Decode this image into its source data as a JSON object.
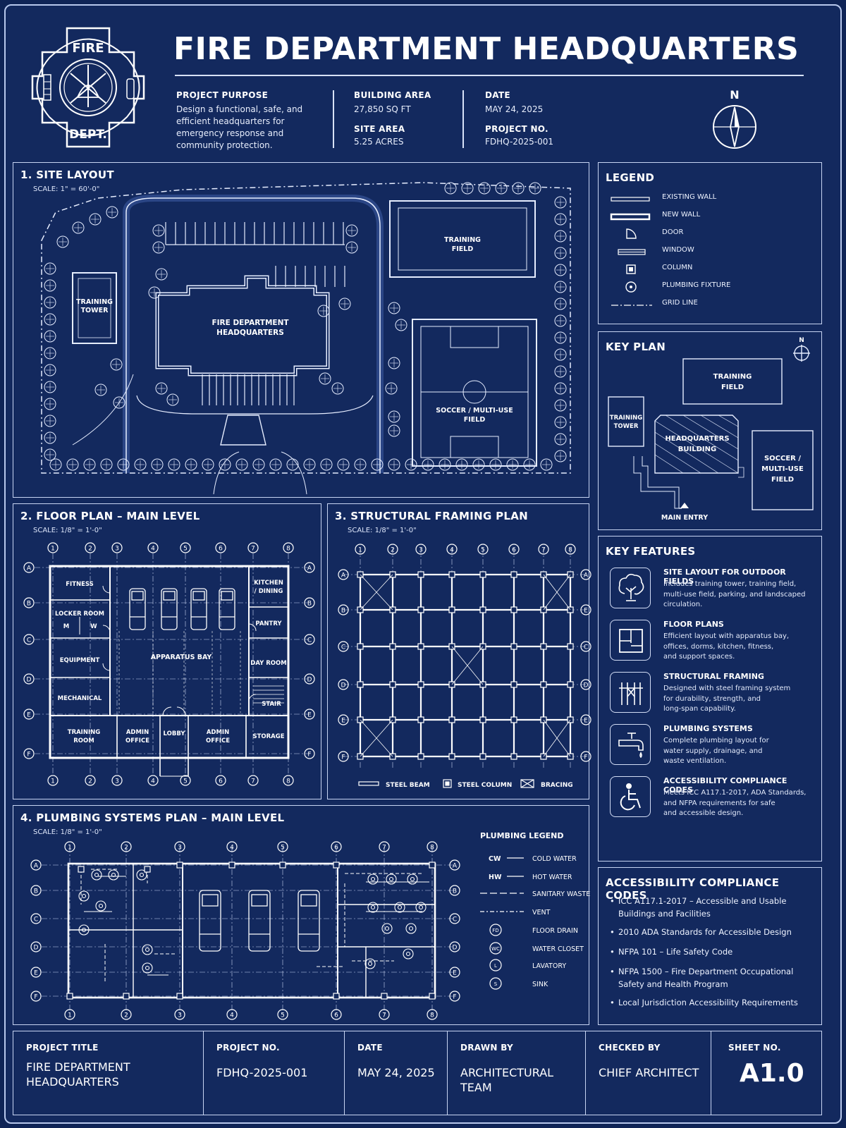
{
  "header": {
    "title": "FIRE DEPARTMENT HEADQUARTERS",
    "logo_top": "FIRE",
    "logo_bottom": "DEPT.",
    "purpose_label": "PROJECT PURPOSE",
    "purpose_lines": [
      "Design a functional, safe, and",
      "efficient headquarters for",
      "emergency response and",
      "community protection."
    ],
    "building_area_label": "BUILDING AREA",
    "building_area": "27,850 SQ FT",
    "site_area_label": "SITE AREA",
    "site_area": "5.25 ACRES",
    "date_label": "DATE",
    "date": "MAY 24, 2025",
    "project_no_label": "PROJECT NO.",
    "project_no": "FDHQ-2025-001",
    "north": "N"
  },
  "site": {
    "title": "1. SITE LAYOUT",
    "scale": "SCALE: 1\" = 60'-0\"",
    "training_field": [
      "TRAINING",
      "FIELD"
    ],
    "training_tower": [
      "TRAINING",
      "TOWER"
    ],
    "hq": [
      "FIRE DEPARTMENT",
      "HEADQUARTERS"
    ],
    "soccer": [
      "SOCCER / MULTI-USE",
      "FIELD"
    ]
  },
  "legend": {
    "title": "LEGEND",
    "items": [
      "EXISTING WALL",
      "NEW WALL",
      "DOOR",
      "WINDOW",
      "COLUMN",
      "PLUMBING FIXTURE",
      "GRID LINE"
    ]
  },
  "keyplan": {
    "title": "KEY PLAN",
    "north": "N",
    "training_field": [
      "TRAINING",
      "FIELD"
    ],
    "training_tower": [
      "TRAINING",
      "TOWER"
    ],
    "hq": [
      "HEADQUARTERS",
      "BUILDING"
    ],
    "soccer": [
      "SOCCER /",
      "MULTI-USE",
      "FIELD"
    ],
    "main_entry": "MAIN ENTRY"
  },
  "floor": {
    "title": "2. FLOOR PLAN – MAIN LEVEL",
    "scale": "SCALE: 1/8\" = 1'-0\"",
    "cols": [
      "1",
      "2",
      "3",
      "4",
      "5",
      "6",
      "7",
      "8"
    ],
    "rows": [
      "A",
      "B",
      "C",
      "D",
      "E",
      "F"
    ],
    "rooms": {
      "fitness": "FITNESS",
      "locker": "LOCKER ROOM",
      "m": "M",
      "w": "W",
      "equipment": "EQUIPMENT",
      "mechanical": "MECHANICAL",
      "training": [
        "TRAINING",
        "ROOM"
      ],
      "admin1": [
        "ADMIN",
        "OFFICE"
      ],
      "lobby": "LOBBY",
      "admin2": [
        "ADMIN",
        "OFFICE"
      ],
      "storage": "STORAGE",
      "apparatus": "APPARATUS BAY",
      "kitchen": [
        "KITCHEN",
        "/ DINING"
      ],
      "pantry": "PANTRY",
      "dayroom": "DAY ROOM",
      "stair": "STAIR"
    }
  },
  "structural": {
    "title": "3. STRUCTURAL FRAMING PLAN",
    "scale": "SCALE: 1/8\" = 1'-0\"",
    "cols": [
      "1",
      "2",
      "3",
      "4",
      "5",
      "6",
      "7",
      "8"
    ],
    "rows_left": [
      "A",
      "B",
      "C",
      "D",
      "E",
      "F"
    ],
    "rows_right": [
      "A",
      "E",
      "C",
      "D",
      "E",
      "F"
    ],
    "legend": [
      "STEEL BEAM",
      "STEEL COLUMN",
      "BRACING"
    ]
  },
  "plumbing": {
    "title": "4. PLUMBING SYSTEMS PLAN – MAIN LEVEL",
    "scale": "SCALE: 1/8\" = 1'-0\"",
    "cols": [
      "1",
      "2",
      "3",
      "4",
      "5",
      "6",
      "7",
      "8"
    ],
    "rows": [
      "A",
      "B",
      "C",
      "D",
      "E",
      "F"
    ],
    "legend_title": "PLUMBING LEGEND",
    "legend": [
      {
        "sym": "CW",
        "label": "COLD WATER"
      },
      {
        "sym": "HW",
        "label": "HOT WATER"
      },
      {
        "sym": "",
        "label": "SANITARY WASTE"
      },
      {
        "sym": "",
        "label": "VENT"
      },
      {
        "sym": "FD",
        "label": "FLOOR DRAIN"
      },
      {
        "sym": "WC",
        "label": "WATER CLOSET"
      },
      {
        "sym": "L",
        "label": "LAVATORY"
      },
      {
        "sym": "S",
        "label": "SINK"
      }
    ]
  },
  "features": {
    "title": "KEY FEATURES",
    "items": [
      {
        "title": "SITE LAYOUT FOR OUTDOOR FIELDS",
        "lines": [
          "Includes training tower, training field,",
          "multi-use field, parking, and landscaped",
          "circulation."
        ]
      },
      {
        "title": "FLOOR PLANS",
        "lines": [
          "Efficient layout with apparatus bay,",
          "offices, dorms, kitchen, fitness,",
          "and support spaces."
        ]
      },
      {
        "title": "STRUCTURAL FRAMING",
        "lines": [
          "Designed with steel framing system",
          "for durability, strength, and",
          "long-span capability."
        ]
      },
      {
        "title": "PLUMBING SYSTEMS",
        "lines": [
          "Complete plumbing layout for",
          "water supply, drainage, and",
          "waste ventilation."
        ]
      },
      {
        "title": "ACCESSIBILITY COMPLIANCE CODES",
        "lines": [
          "Meets ICC A117.1-2017, ADA Standards,",
          "and NFPA requirements for safe",
          "and accessible design."
        ]
      }
    ]
  },
  "codes": {
    "title": "ACCESSIBILITY COMPLIANCE CODES",
    "items": [
      "ICC A117.1-2017 – Accessible and Usable Buildings and Facilities",
      "2010 ADA Standards for Accessible Design",
      "NFPA 101 – Life Safety Code",
      "NFPA 1500 – Fire Department Occupational Safety and Health Program",
      "Local Jurisdiction Accessibility Requirements"
    ]
  },
  "titleblock": {
    "project_title_label": "PROJECT TITLE",
    "project_title": [
      "FIRE DEPARTMENT",
      "HEADQUARTERS"
    ],
    "project_no_label": "PROJECT NO.",
    "project_no": "FDHQ-2025-001",
    "date_label": "DATE",
    "date": "MAY 24, 2025",
    "drawn_label": "DRAWN BY",
    "drawn": "ARCHITECTURAL TEAM",
    "checked_label": "CHECKED BY",
    "checked": "CHIEF ARCHITECT",
    "sheet_label": "SHEET NO.",
    "sheet": "A1.0"
  }
}
